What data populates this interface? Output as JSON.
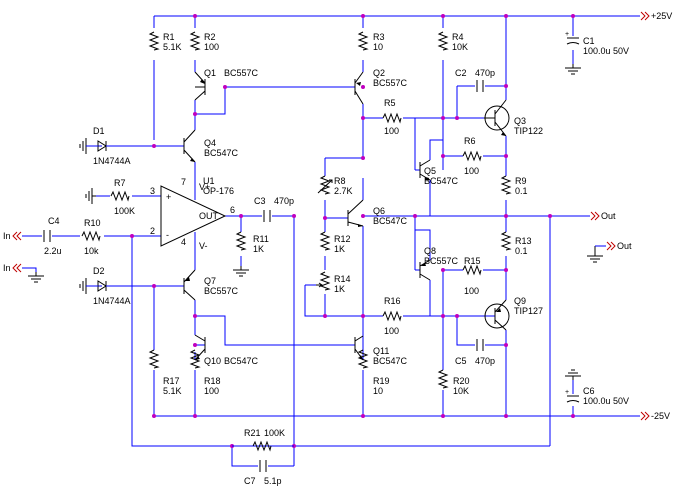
{
  "rails": {
    "pos": "+25V",
    "neg": "-25V"
  },
  "ports": {
    "out1": "Out",
    "out2": "Out",
    "in1": "In",
    "in2": "In"
  },
  "components": {
    "R1": {
      "name": "R1",
      "value": "5.1K"
    },
    "R2": {
      "name": "R2",
      "value": "100"
    },
    "R3": {
      "name": "R3",
      "value": "10"
    },
    "R4": {
      "name": "R4",
      "value": "10K"
    },
    "R5": {
      "name": "R5",
      "value": "100"
    },
    "R6": {
      "name": "R6",
      "value": "100"
    },
    "R7": {
      "name": "R7",
      "value": "100K"
    },
    "R8": {
      "name": "R8",
      "value": "2.7K"
    },
    "R9": {
      "name": "R9",
      "value": "0.1"
    },
    "R10": {
      "name": "R10",
      "value": "10k"
    },
    "R11": {
      "name": "R11",
      "value": "1K"
    },
    "R12": {
      "name": "R12",
      "value": "1K"
    },
    "R13": {
      "name": "R13",
      "value": "0.1"
    },
    "R14": {
      "name": "R14",
      "value": "1K"
    },
    "R15": {
      "name": "R15",
      "value": "100"
    },
    "R16": {
      "name": "R16",
      "value": "100"
    },
    "R17": {
      "name": "R17",
      "value": "5.1K"
    },
    "R18": {
      "name": "R18",
      "value": "100"
    },
    "R19": {
      "name": "R19",
      "value": "10"
    },
    "R20": {
      "name": "R20",
      "value": "10K"
    },
    "R21": {
      "name": "R21",
      "value": "100K"
    },
    "C1": {
      "name": "C1",
      "value": "100.0u 50V"
    },
    "C2": {
      "name": "C2",
      "value": "470p"
    },
    "C3": {
      "name": "C3",
      "value": "470p"
    },
    "C4": {
      "name": "C4",
      "value": "2.2u"
    },
    "C5": {
      "name": "C5",
      "value": "470p"
    },
    "C6": {
      "name": "C6",
      "value": "100.0u 50V"
    },
    "C7": {
      "name": "C7",
      "value": "5.1p"
    },
    "Q1": {
      "name": "Q1",
      "value": "BC557C"
    },
    "Q2": {
      "name": "Q2",
      "value": "BC557C"
    },
    "Q3": {
      "name": "Q3",
      "value": "TIP122"
    },
    "Q4": {
      "name": "Q4",
      "value": "BC547C"
    },
    "Q5": {
      "name": "Q5",
      "value": "BC547C"
    },
    "Q6": {
      "name": "Q6",
      "value": "BC547C"
    },
    "Q7": {
      "name": "Q7",
      "value": "BC557C"
    },
    "Q8": {
      "name": "Q8",
      "value": "BC557C"
    },
    "Q9": {
      "name": "Q9",
      "value": "TIP127"
    },
    "Q10": {
      "name": "Q10",
      "value": "BC547C"
    },
    "Q11": {
      "name": "Q11",
      "value": "BC547C"
    },
    "D1": {
      "name": "D1",
      "value": "1N4744A"
    },
    "D2": {
      "name": "D2",
      "value": "1N4744A"
    },
    "U1": {
      "name": "U1",
      "value": "OP-176"
    }
  },
  "opamp_pins": {
    "p7": "7",
    "p3": "3",
    "p2": "2",
    "p4": "4",
    "p6": "6",
    "vplus": "V+",
    "vminus": "V-",
    "plus": "+",
    "minus": "-",
    "out": "OUT"
  }
}
